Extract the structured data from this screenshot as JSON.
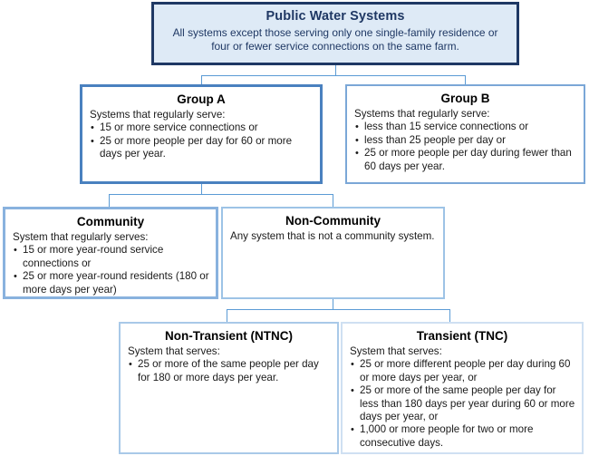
{
  "diagram": {
    "title": "Public Water Systems classification flowchart",
    "colors": {
      "root_fill": "#deeaf6",
      "root_border": "#1f3864",
      "root_text": "#1f3864",
      "group_a_border": "#4a81bf",
      "group_b_border": "#7ba7d7",
      "community_border": "#89b2de",
      "noncommunity_border": "#9dc3e6",
      "ntnc_border": "#a9c9e8",
      "tnc_border": "#cfe0f2",
      "connector": "#5b9bd5",
      "box_fill": "#ffffff"
    },
    "nodes": {
      "root": {
        "title": "Public Water Systems",
        "body": "All systems except those serving only one single-family residence or four or fewer service connections on the same farm."
      },
      "group_a": {
        "title": "Group A",
        "lead": "Systems that regularly serve:",
        "items": [
          "15 or more service connections or",
          "25 or more people per day for 60 or more days per year."
        ]
      },
      "group_b": {
        "title": "Group B",
        "lead": "Systems that regularly serve:",
        "items": [
          "less than 15 service connections or",
          "less than 25 people per day or",
          "25 or more people per day during fewer than 60 days per year."
        ]
      },
      "community": {
        "title": "Community",
        "lead": "System that regularly serves:",
        "items": [
          "15 or more year-round service connections or",
          "25 or more year-round residents (180 or more days per year)"
        ]
      },
      "noncommunity": {
        "title": "Non-Community",
        "lead": "Any system that is not a community system.",
        "items": []
      },
      "ntnc": {
        "title": "Non-Transient (NTNC)",
        "lead": "System that serves:",
        "items": [
          "25 or more of the same people per day for 180 or more days per year."
        ]
      },
      "tnc": {
        "title": "Transient (TNC)",
        "lead": "System that serves:",
        "items": [
          "25 or more different people per day during 60 or more days per year, or",
          "25 or more of the same people per day for less than 180 days per year during 60 or more days per year, or",
          "1,000 or more people for two or more consecutive days."
        ]
      }
    },
    "edges": [
      {
        "from": "root",
        "to": "group_a"
      },
      {
        "from": "root",
        "to": "group_b"
      },
      {
        "from": "group_a",
        "to": "community"
      },
      {
        "from": "group_a",
        "to": "noncommunity"
      },
      {
        "from": "noncommunity",
        "to": "ntnc"
      },
      {
        "from": "noncommunity",
        "to": "tnc"
      }
    ]
  }
}
